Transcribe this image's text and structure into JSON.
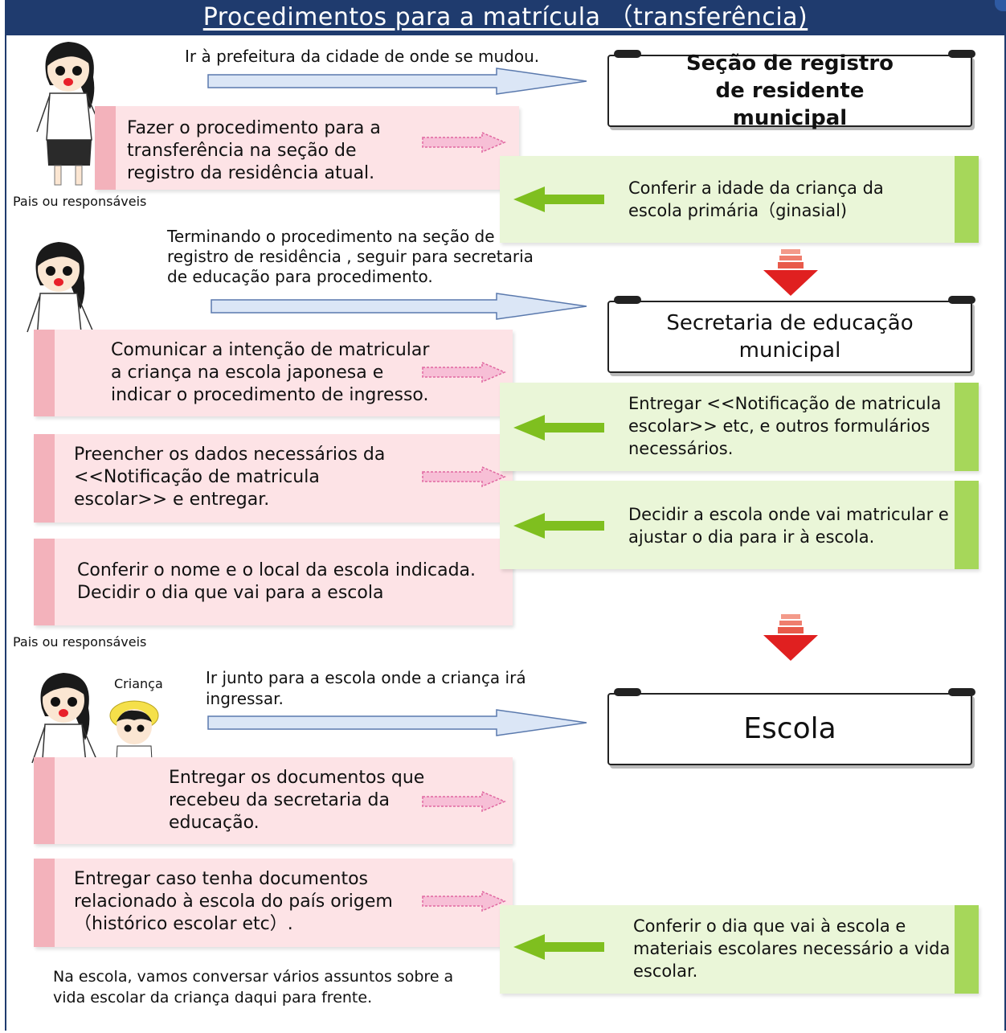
{
  "title": "Procedimentos para a matrícula （transferência)",
  "labels": {
    "parents_1": "Pais ou responsáveis",
    "parents_2": "Pais ou responsáveis",
    "child": "Criança"
  },
  "steps": {
    "go_city_hall": "Ir à prefeitura da cidade de onde se mudou.",
    "finish_registry": "Terminando o procedimento na seção de registro  de residência  , seguir para secretaria de educação para procedimento.",
    "go_school": " Ir junto para a escola onde a criança irá ingressar."
  },
  "offices": {
    "registry": "Seção de registro de residente municipal",
    "education": "Secretaria de educação municipal",
    "school": "Escola"
  },
  "parent_actions": [
    "Fazer o procedimento para a transferência na seção de registro da residência atual.",
    "Comunicar a intenção de matricular a criança na escola japonesa e indicar o procedimento de ingresso.",
    "Preencher os dados necessários da <<Notificação de matricula escolar>> e entregar.",
    "Conferir o nome e o local da escola indicada. Decidir o dia que vai para a escola",
    "Entregar os documentos que recebeu da secretaria da educação.",
    "Entregar caso tenha documentos relacionado à escola do país origem （histórico escolar etc）."
  ],
  "office_actions": [
    "Conferir a idade da criança da escola primária（ginasial)",
    "Entregar <<Notificação de matricula escolar>> etc, e outros formulários necessários.",
    "Decidir a escola onde vai matricular e ajustar o dia para ir à escola.",
    "Conferir o dia que vai à escola e materiais escolares necessário a vida escolar."
  ],
  "closing_note": "Na escola, vamos conversar vários assuntos sobre a vida escolar da criança daqui para frente.",
  "colors": {
    "header": "#1f3b6e",
    "pink_box": "#fde3e6",
    "pink_stripe": "#f3b2bb",
    "green_box": "#eaf6d8",
    "green_stripe": "#a6d75a",
    "flow_arrow": "#dbe6f6",
    "down_arrow": "#e02020"
  }
}
